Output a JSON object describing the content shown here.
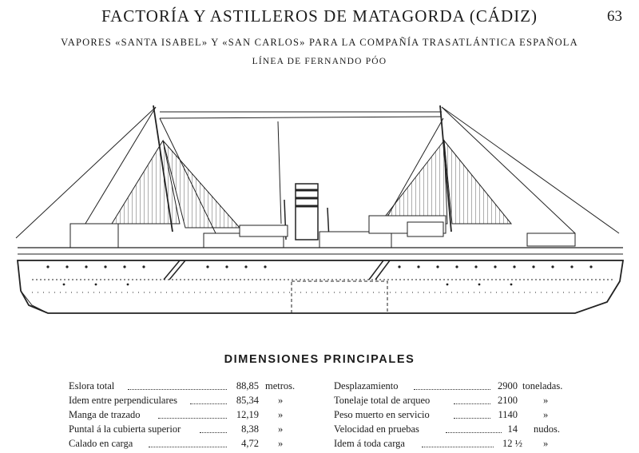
{
  "header": {
    "title": "FACTORÍA Y ASTILLEROS DE MATAGORDA (CÁDIZ)",
    "page_number": "63",
    "subtitle": "VAPORES «SANTA ISABEL» Y «SAN CARLOS» PARA LA COMPAÑÍA TRASATLÁNTICA ESPAÑOLA",
    "line": "LÍNEA DE FERNANDO PÓO"
  },
  "drawing": {
    "icon": "steamship-profile-drawing"
  },
  "dimensions": {
    "heading": "DIMENSIONES PRINCIPALES",
    "left": [
      {
        "label": "Eslora total",
        "value": "88,85",
        "unit": "metros."
      },
      {
        "label": "Idem entre perpendiculares",
        "value": "85,34",
        "unit": "»"
      },
      {
        "label": "Manga de trazado",
        "value": "12,19",
        "unit": "»"
      },
      {
        "label": "Puntal á la cubierta superior",
        "value": "8,38",
        "unit": "»"
      },
      {
        "label": "Calado en carga",
        "value": "4,72",
        "unit": "»"
      }
    ],
    "right": [
      {
        "label": "Desplazamiento",
        "value": "2900",
        "unit": "toneladas."
      },
      {
        "label": "Tonelaje total de arqueo",
        "value": "2100",
        "unit": "»"
      },
      {
        "label": "Peso muerto en servicio",
        "value": "1140",
        "unit": "»"
      },
      {
        "label": "Velocidad en pruebas",
        "value": "14",
        "unit": "nudos."
      },
      {
        "label": "Idem á toda carga",
        "value": "12 ½",
        "unit": "»"
      }
    ]
  }
}
